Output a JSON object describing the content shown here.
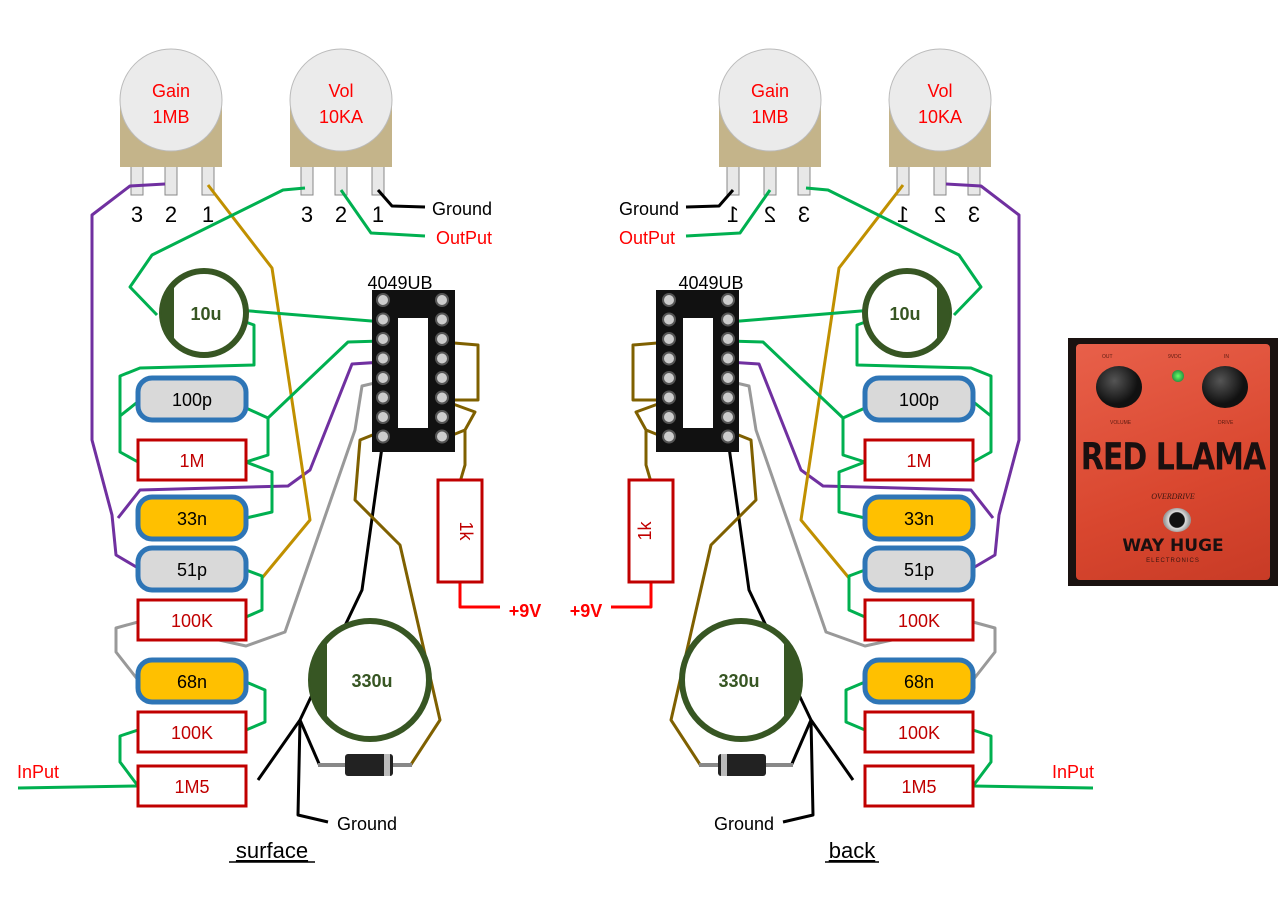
{
  "colors": {
    "wire_green": "#00B050",
    "wire_purple": "#7030A0",
    "wire_gold": "#C09000",
    "wire_brown": "#7F6000",
    "wire_gray": "#999999",
    "wire_black": "#000000",
    "wire_red": "#FF0000",
    "resistor": "#C00000",
    "film_cap_stroke": "#2E75B6",
    "film_cap_fill": "#D9D9D9",
    "box_cap_fill": "#FFC000",
    "electrolytic": "#375623",
    "pot_body": "#C4B48A",
    "label_red": "#FF0000"
  },
  "left": {
    "view_label": "surface",
    "pots": [
      {
        "name": "Gain",
        "value": "1MB",
        "pins": [
          "3",
          "2",
          "1"
        ]
      },
      {
        "name": "Vol",
        "value": "10KA",
        "pins": [
          "3",
          "2",
          "1"
        ]
      }
    ],
    "ground_top": "Ground",
    "output": "OutPut",
    "input": "InPut",
    "ground_bottom": "Ground",
    "ic": "4049UB",
    "cap_10u": "10u",
    "cap_330u": "330u",
    "resistor_1k": "1k",
    "supply": "+9V",
    "parts": [
      "100p",
      "1M",
      "33n",
      "51p",
      "100K",
      "68n",
      "100K",
      "1M5"
    ]
  },
  "right": {
    "view_label": "back",
    "pots": [
      {
        "name": "Vol",
        "value": "10KA",
        "pins": [
          "3",
          "2",
          "1"
        ]
      },
      {
        "name": "Gain",
        "value": "1MB",
        "pins": [
          "3",
          "2",
          "1"
        ]
      }
    ],
    "ground_top": "Ground",
    "output": "OutPut",
    "input": "InPut",
    "ground_bottom": "Ground",
    "ic": "4049UB",
    "cap_10u": "10u",
    "cap_330u": "330u",
    "resistor_1k": "1k",
    "supply": "+9V",
    "parts": [
      "100p",
      "1M",
      "33n",
      "51p",
      "100K",
      "68n",
      "100K",
      "1M5"
    ]
  },
  "pedal_photo": {
    "brand": "RED LLAMA",
    "subtitle": "OVERDRIVE",
    "maker": "WAY HUGE",
    "maker_sub": "ELECTRONICS",
    "knob_labels": [
      "VOLUME",
      "DRIVE"
    ],
    "jack_labels": [
      "OUT",
      "9VDC",
      "IN"
    ]
  }
}
